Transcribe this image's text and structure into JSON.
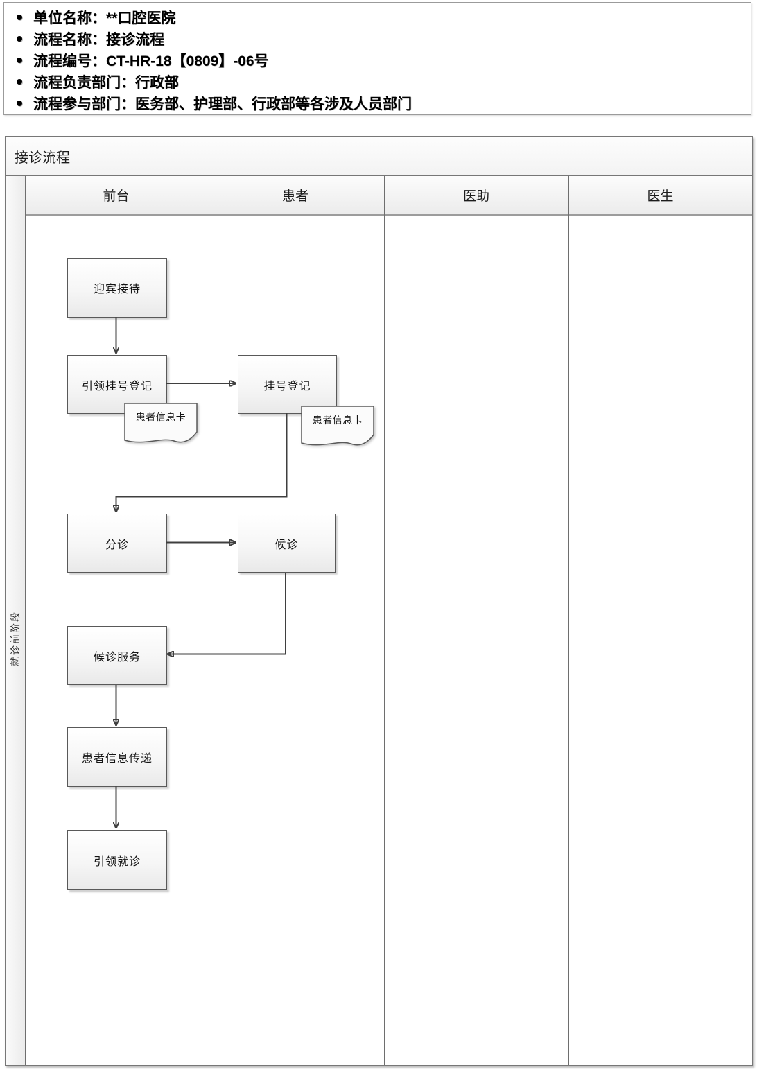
{
  "info": {
    "items": [
      "单位名称：**口腔医院",
      "流程名称：接诊流程",
      "流程编号：CT-HR-18【0809】-06号",
      "流程负责部门：行政部",
      "流程参与部门：医务部、护理部、行政部等各涉及人员部门"
    ]
  },
  "flowchart": {
    "title": "接诊流程",
    "stage_label": "就诊前阶段",
    "lanes": [
      "前台",
      "患者",
      "医助",
      "医生"
    ],
    "nodes": {
      "welcome": "迎宾接待",
      "guide_register": "引领挂号登记",
      "register": "挂号登记",
      "patient_card_front_desk": "患者信息卡",
      "patient_card_patient": "患者信息卡",
      "triage": "分诊",
      "waiting": "候诊",
      "waiting_service": "候诊服务",
      "patient_info_transfer": "患者信息传递",
      "guide_to_visit": "引领就诊"
    },
    "colors": {
      "box_border": "#595959",
      "arrow": "#3f3f3f",
      "header_rule": "#9c9c9c",
      "lane_line": "#6e6e6e"
    }
  }
}
